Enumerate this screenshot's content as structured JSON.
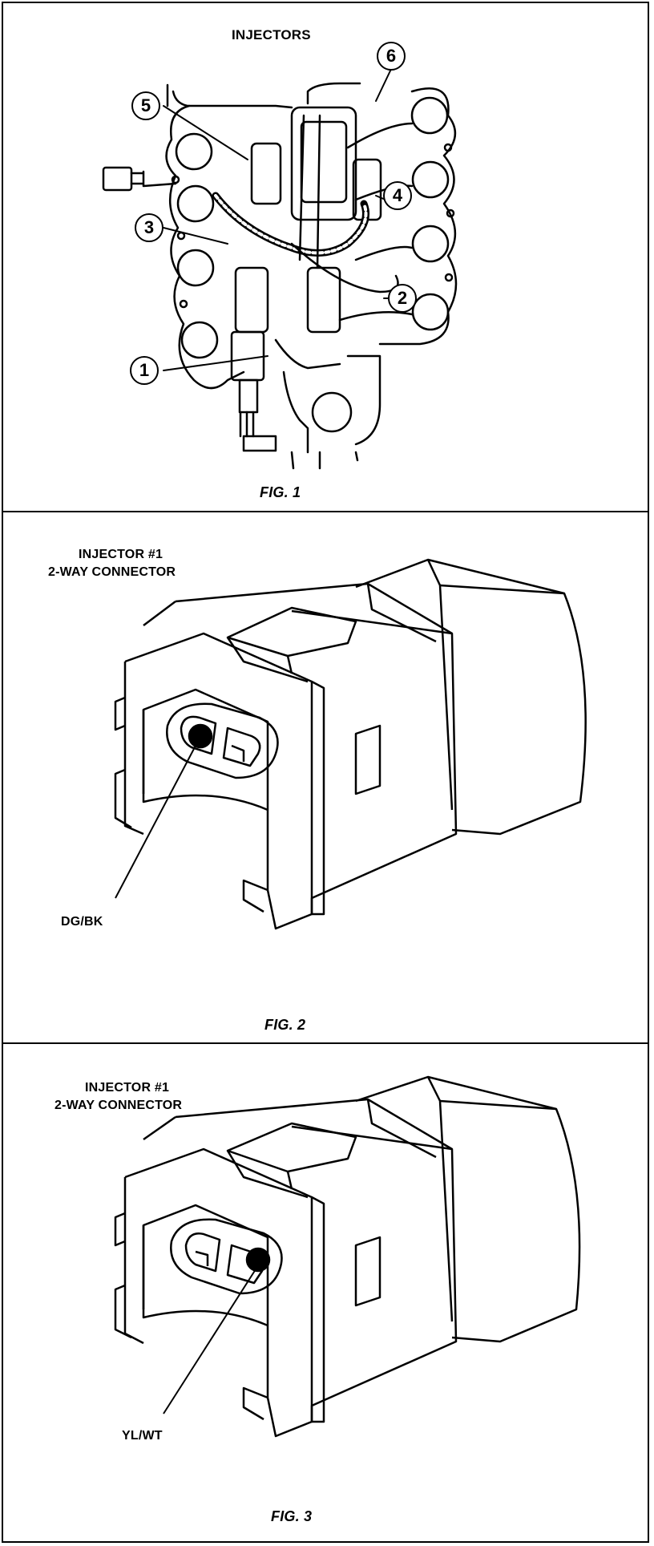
{
  "fig1": {
    "heading": "INJECTORS",
    "caption": "FIG. 1",
    "callouts": [
      "1",
      "2",
      "3",
      "4",
      "5",
      "6"
    ]
  },
  "fig2": {
    "heading_line1": "INJECTOR #1",
    "heading_line2": "2-WAY CONNECTOR",
    "wire_label": "DG/BK",
    "caption": "FIG. 2"
  },
  "fig3": {
    "heading_line1": "INJECTOR #1",
    "heading_line2": "2-WAY CONNECTOR",
    "wire_label": "YL/WT",
    "caption": "FIG. 3"
  }
}
